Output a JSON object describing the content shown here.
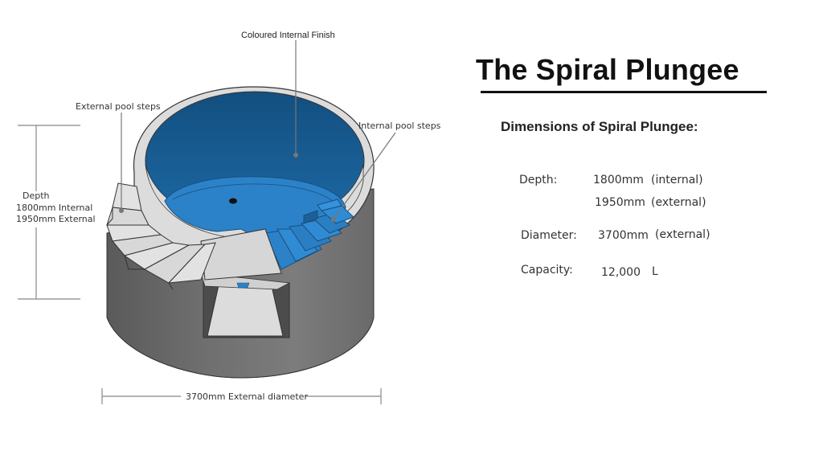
{
  "title": "The Spiral Plungee",
  "subtitle": "Dimensions of Spiral Plungee:",
  "specs": {
    "depth_label": "Depth:",
    "depth_internal_value": "1800mm",
    "depth_internal_note": "(internal)",
    "depth_external_value": "1950mm",
    "depth_external_note": "(external)",
    "diameter_label": "Diameter:",
    "diameter_value": "3700mm",
    "diameter_note": "(external)",
    "capacity_label": "Capacity:",
    "capacity_value": "12,000",
    "capacity_unit": "L"
  },
  "callouts": {
    "coloured_finish": "Coloured Internal Finish",
    "external_steps": "External pool steps",
    "internal_steps": "Internal pool steps",
    "depth_line1": "Depth",
    "depth_line2": "1800mm Internal",
    "depth_line3": "1950mm External",
    "diameter": "3700mm External diameter"
  },
  "colors": {
    "finish_blue": "#1a5e96",
    "floor_blue": "#2b82c9",
    "concrete_light": "#dadada",
    "concrete_dark": "#6e6e6e"
  }
}
